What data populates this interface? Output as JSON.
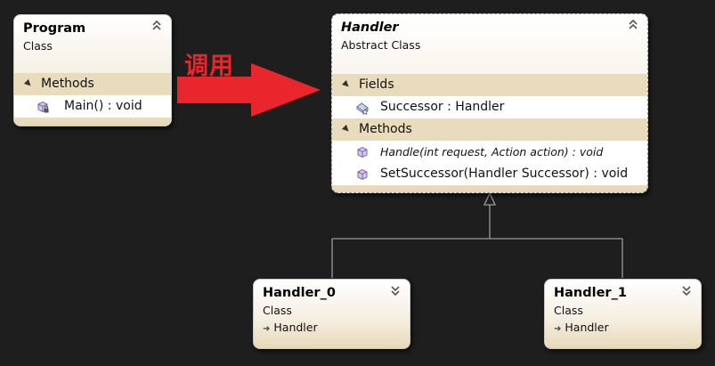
{
  "label_call": "调用",
  "classes": {
    "program": {
      "name": "Program",
      "stereotype": "Class",
      "methods_header": "Methods",
      "methods": [
        "Main() : void"
      ]
    },
    "handler": {
      "name": "Handler",
      "stereotype": "Abstract Class",
      "fields_header": "Fields",
      "fields": [
        "Successor : Handler"
      ],
      "methods_header": "Methods",
      "methods": [
        "Handle(int request, Action action) : void",
        "SetSuccessor(Handler Successor) : void"
      ]
    },
    "handler0": {
      "name": "Handler_0",
      "stereotype": "Class",
      "base": "Handler"
    },
    "handler1": {
      "name": "Handler_1",
      "stereotype": "Class",
      "base": "Handler"
    }
  },
  "colors": {
    "arrow": "#e8262c",
    "connector": "#9a9a9a"
  }
}
